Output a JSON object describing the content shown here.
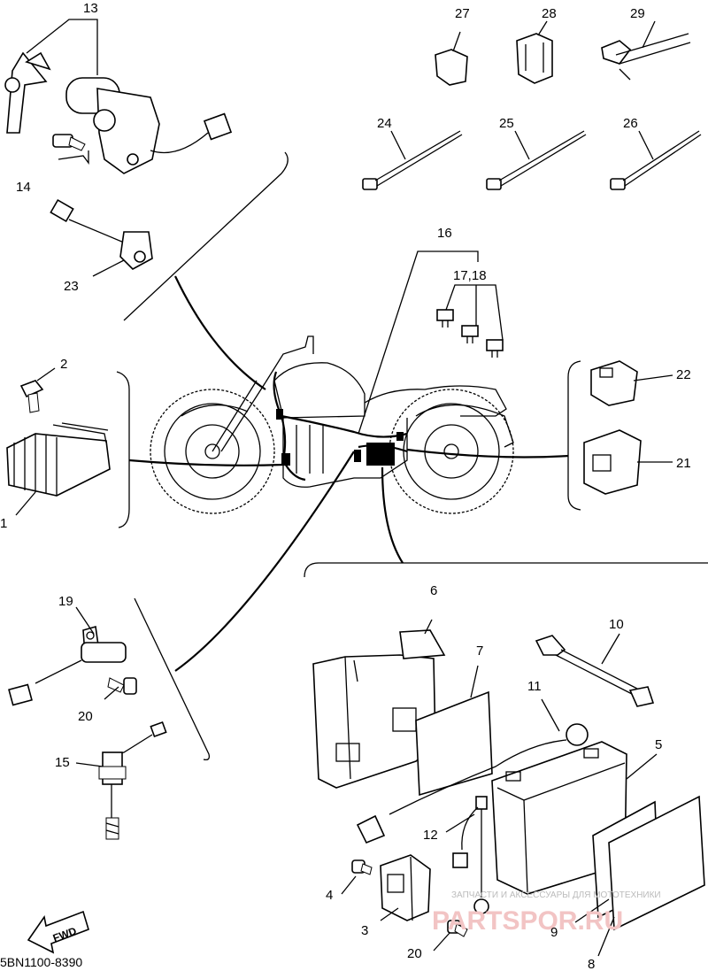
{
  "diagram_code": "5BN1100-8390",
  "fwd_label": "FWD",
  "watermark": {
    "caption": "ЗАПЧАСТИ И АКСЕССУАРЫ ДЛЯ МОТОТЕХНИКИ",
    "brand": "PARTSPOR.RU"
  },
  "callouts": {
    "c1": "1",
    "c2": "2",
    "c3": "3",
    "c4": "4",
    "c5": "5",
    "c6": "6",
    "c7": "7",
    "c8": "8",
    "c9": "9",
    "c10": "10",
    "c11": "11",
    "c12": "12",
    "c13": "13",
    "c14": "14",
    "c15": "15",
    "c16": "16",
    "c17_18": "17,18",
    "c19": "19",
    "c20a": "20",
    "c20b": "20",
    "c21": "21",
    "c22": "22",
    "c23": "23",
    "c24": "24",
    "c25": "25",
    "c26": "26",
    "c27": "27",
    "c28": "28",
    "c29": "29"
  }
}
